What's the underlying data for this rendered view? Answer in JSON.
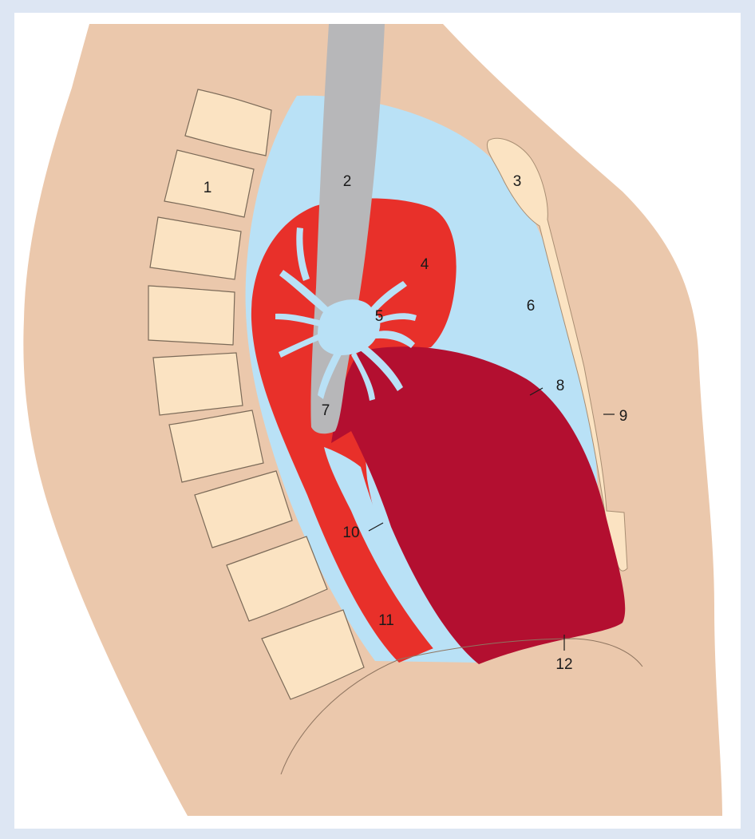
{
  "labels": {
    "l1": "1",
    "l2": "2",
    "l3": "3",
    "l4": "4",
    "l5": "5",
    "l6": "6",
    "l7": "7",
    "l8": "8",
    "l9": "9",
    "l10": "10",
    "l11": "11",
    "l12": "12"
  },
  "colors": {
    "frame": "#dde6f3",
    "background": "#ffffff",
    "body": "#ebc8ac",
    "bone": "#fbe3c2",
    "pericardium": "#b9e1f6",
    "esophagus": "#b7b7b9",
    "aorta": "#e8302a",
    "heart": "#b30f30"
  }
}
